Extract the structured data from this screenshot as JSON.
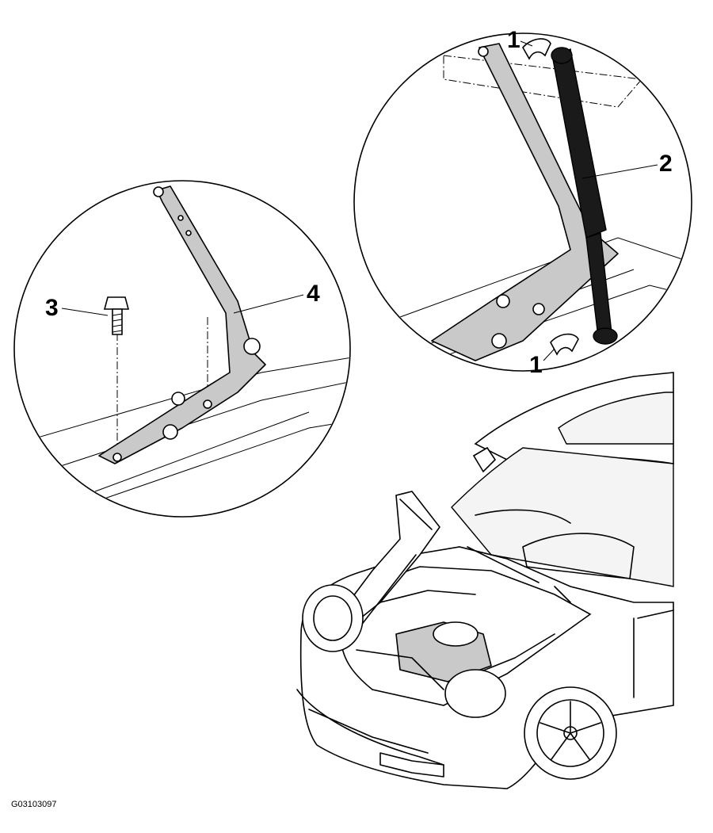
{
  "figure_id": "G03103097",
  "callouts": {
    "c1_top": "1",
    "c1_bottom": "1",
    "c2": "2",
    "c3": "3",
    "c4": "4"
  },
  "colors": {
    "line": "#000000",
    "part_fill": "#c9c9c9",
    "strut_fill": "#1a1a1a",
    "background": "#ffffff"
  }
}
